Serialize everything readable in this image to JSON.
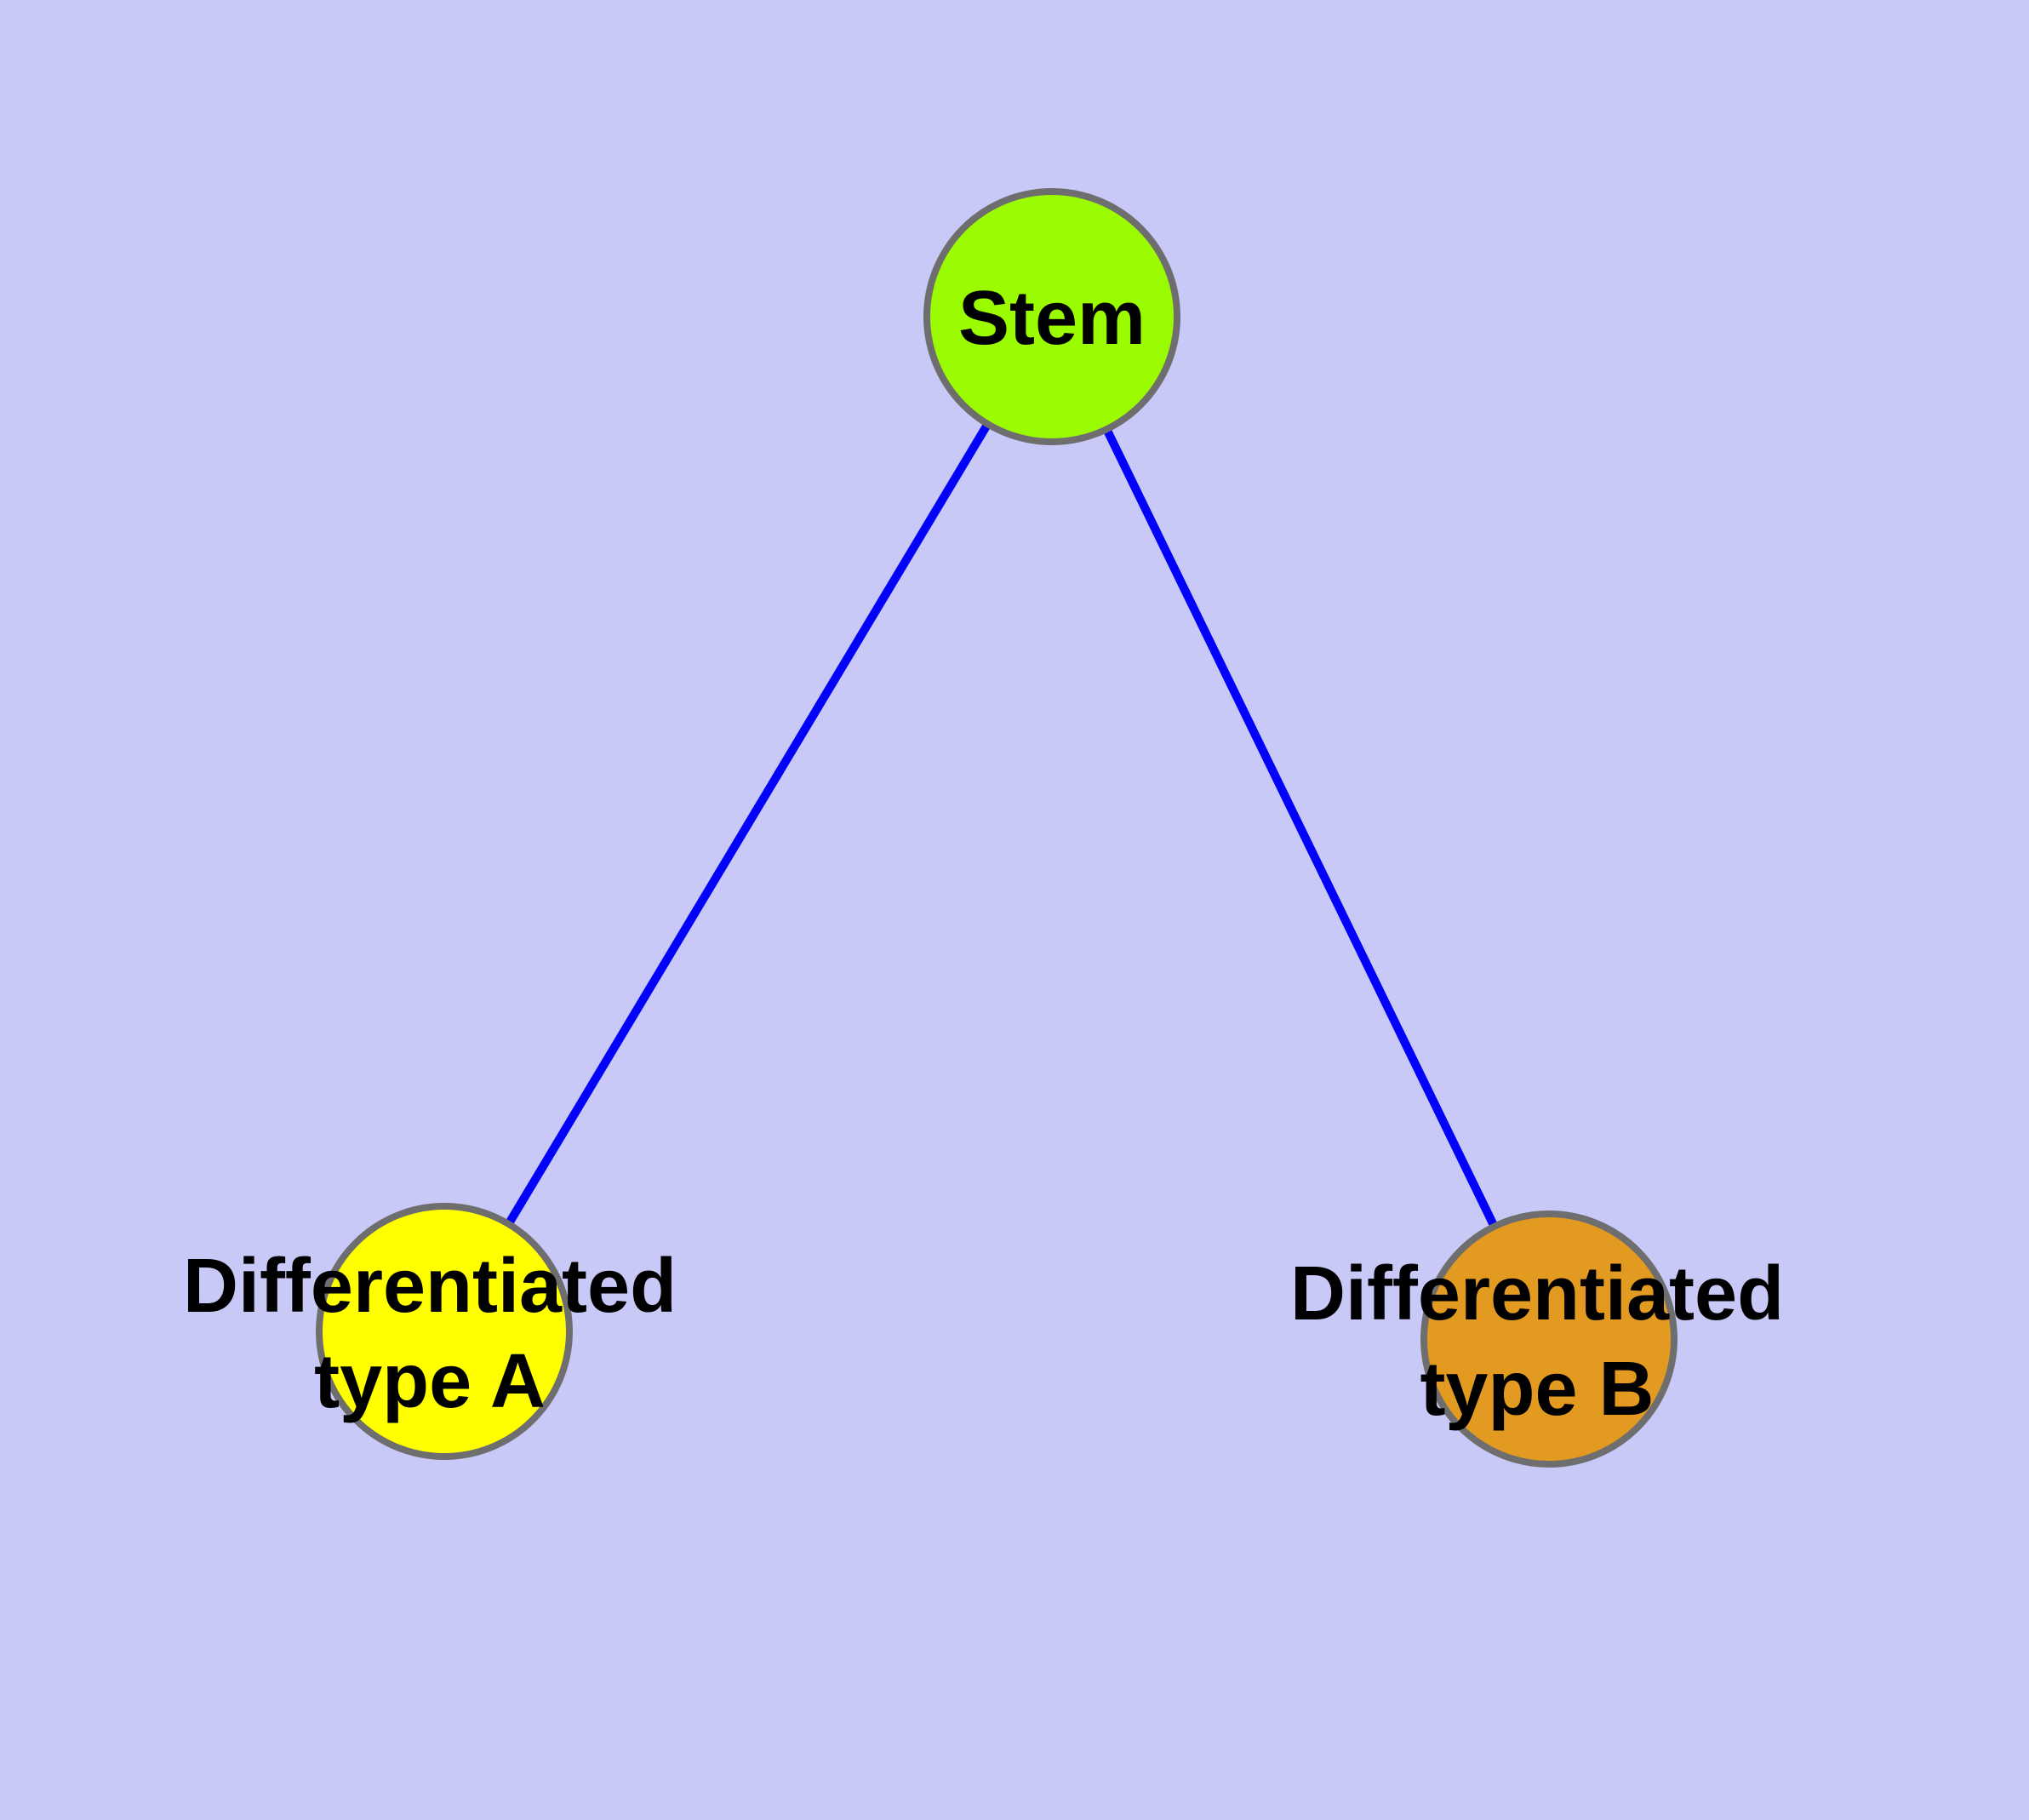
{
  "colors": {
    "background": "#C9C9F8",
    "edge": "#0202FA",
    "node_border": "#6E6E6E",
    "stem_fill": "#9BFB00",
    "type_a_fill": "#FFFF00",
    "type_b_fill": "#E29A20",
    "label_text": "#000000"
  },
  "nodes": {
    "stem": {
      "label": "Stem"
    },
    "type_a": {
      "label": "Differentiated\ntype A"
    },
    "type_b": {
      "label": "Differentiated\ntype B"
    }
  },
  "edges": [
    {
      "from": "Stem",
      "to": "Differentiated type A"
    },
    {
      "from": "Stem",
      "to": "Differentiated type B"
    }
  ]
}
